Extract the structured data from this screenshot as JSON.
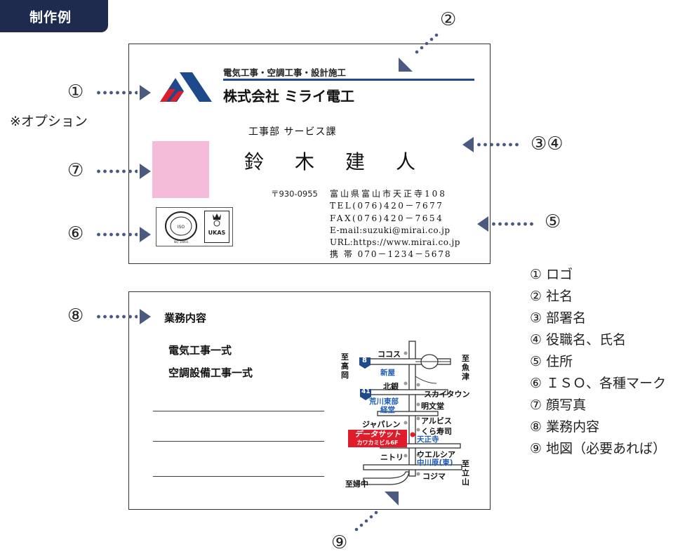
{
  "header": {
    "badge": "制作例"
  },
  "front": {
    "tagline": "電気工事・空調工事・設計施工",
    "company": "株式会社 ミライ電工",
    "department": "工事部 サービス課",
    "name": "鈴　木　建　人",
    "postal": "〒930-0955",
    "address": "富山県富山市天正寺108",
    "tel": "TEL(076)420－7677",
    "fax": "FAX(076)420－7654",
    "email": "E-mail:suzuki@mirai.co.jp",
    "url": "URL:https://www.mirai.co.jp",
    "mobile": "携 帯 070－1234－5678",
    "iso_certified": "UKAS"
  },
  "back": {
    "title": "業務内容",
    "items": [
      "電気工事一式",
      "空調設備工事一式"
    ]
  },
  "map": {
    "labels": {
      "costco": "ココス",
      "to_takaoka": "至高岡",
      "to_uozu": "至魚津",
      "shinya": "新屋",
      "kitaginn": "北銀",
      "skytown": "スカイタウン",
      "arakawa": "荒川東部",
      "keido": "経堂",
      "meibundo": "明文堂",
      "albis": "アルビス",
      "japalen": "ジャパレン",
      "kura": "くら寿司",
      "tenshoji": "天正寺",
      "datasat": "データサット",
      "datasat_sub": "カワカミビル6F",
      "welcia": "ウエルシア",
      "nitori": "ニトリ",
      "nakagawara": "中川原(東)",
      "kojima": "コジマ",
      "to_tateyama": "至立山",
      "to_fuchu": "至婦中",
      "route8": "8",
      "route41": "41"
    }
  },
  "callouts": {
    "c1": "①",
    "c2": "②",
    "c34": "③④",
    "c5": "⑤",
    "c6": "⑥",
    "c7": "⑦",
    "c8": "⑧",
    "c9": "⑨",
    "option_note": "※オプション"
  },
  "legend": [
    "① ロゴ",
    "② 社名",
    "③ 部署名",
    "④ 役職名、氏名",
    "⑤ 住所",
    "⑥ ＩＳＯ、各種マーク",
    "⑦ 顔写真",
    "⑧ 業務内容",
    "⑨ 地図（必要あれば）"
  ],
  "colors": {
    "navy": "#1f2a4f",
    "accent": "#1e4a8c",
    "red": "#e01b2a",
    "pink": "#f4bcd8",
    "arrow": "#4a5a80"
  }
}
